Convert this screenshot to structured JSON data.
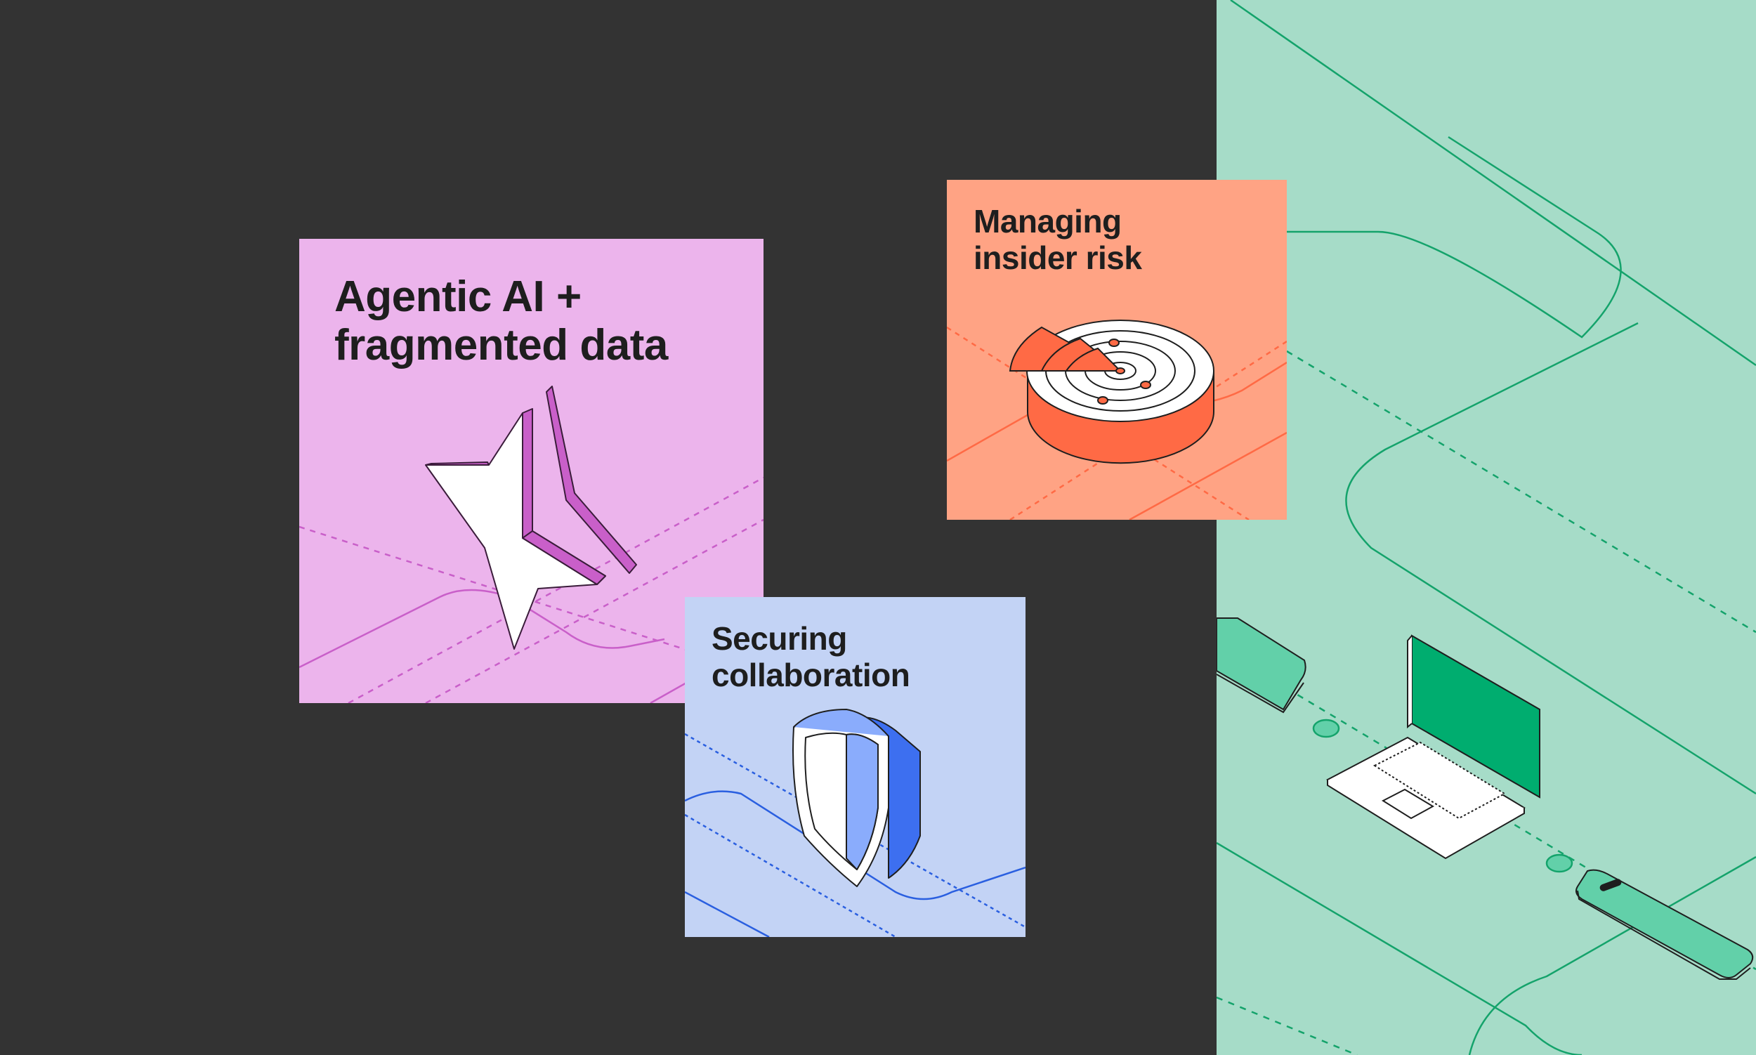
{
  "cards": {
    "agentic": {
      "title_line1": "Agentic AI +",
      "title_line2": "fragmented data",
      "icon": "star-icon",
      "color": "#ecb4ec",
      "accent": "#c95fc9"
    },
    "insider": {
      "title_line1": "Managing",
      "title_line2": "insider risk",
      "icon": "radar-icon",
      "color": "#ffa384",
      "accent": "#ff6a45"
    },
    "secure": {
      "title_line1": "Securing",
      "title_line2": "collaboration",
      "icon": "shield-icon",
      "color": "#c3d3f5",
      "accent": "#2a5fe0"
    }
  },
  "background": {
    "dark": "#333333",
    "green": "#a6dcc8",
    "green_accent": "#009e66"
  },
  "devices": [
    "phone-icon",
    "laptop-icon",
    "phone-icon"
  ]
}
